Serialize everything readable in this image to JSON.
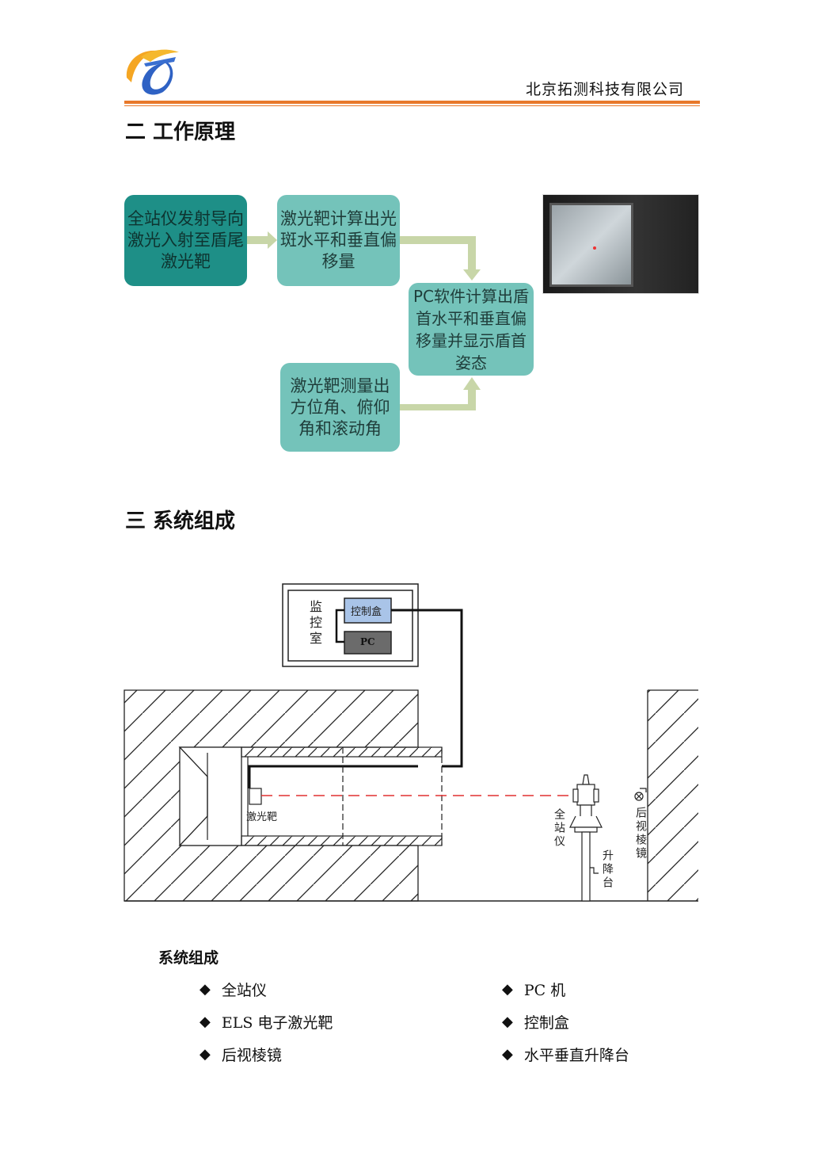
{
  "header": {
    "logo_icon": "company-logo",
    "company": "北京拓测科技有限公司"
  },
  "section2": {
    "title": "二  工作原理",
    "flow": {
      "box1": "全站仪发射导向激光入射至盾尾激光靶",
      "box2": "激光靶计算出光斑水平和垂直偏移量",
      "box3": "PC软件计算出盾首水平和垂直偏移量并显示盾首姿态",
      "box4": "激光靶测量出方位角、俯仰角和滚动角"
    }
  },
  "section3": {
    "title": "三  系统组成",
    "diagram": {
      "monitor_room": "监控室",
      "control_box": "控制盒",
      "pc": "PC",
      "laser_target": "激光靶",
      "total_station": "全站仪",
      "lift_platform": "升降台",
      "backsight_prism": "后视棱镜"
    },
    "components_title": "系统组成",
    "components": [
      "全站仪",
      "PC 机",
      "ELS 电子激光靶",
      "控制盒",
      "后视棱镜",
      "水平垂直升降台"
    ]
  },
  "colors": {
    "accent": "#e8782a",
    "flow_dark": "#1e8f87",
    "flow_light": "#74c3ba",
    "arrow": "#c8d6a8",
    "laser": "#e03030"
  }
}
